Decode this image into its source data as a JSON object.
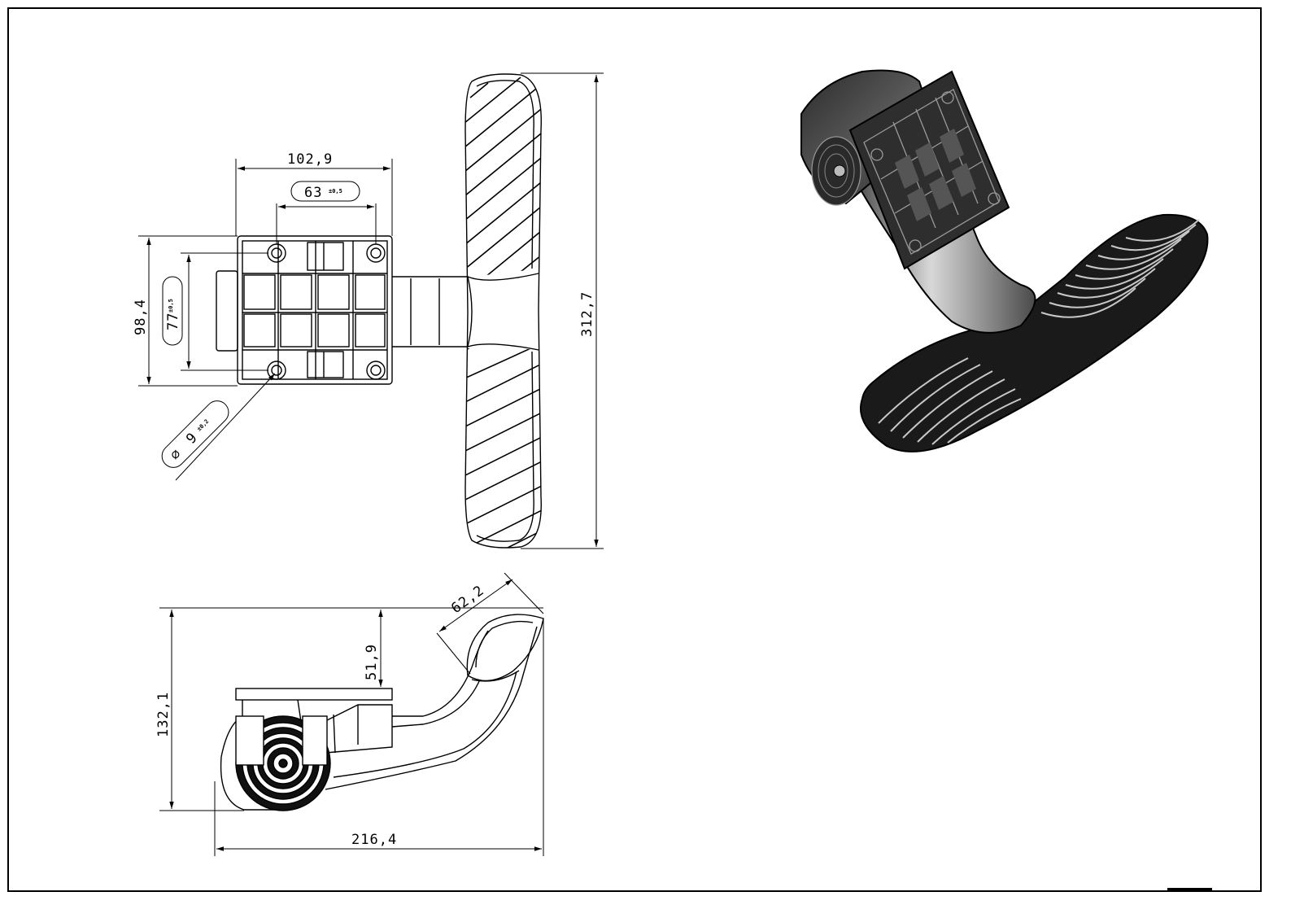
{
  "drawing": {
    "top_view": {
      "width_overall": "102,9",
      "hole_spacing_x": "63",
      "hole_spacing_x_tol": "±0,5",
      "height_overall": "98,4",
      "hole_spacing_y": "77",
      "hole_spacing_y_tol": "±0,5",
      "hole_diameter_symbol": "⌀",
      "hole_diameter": "9",
      "hole_diameter_tol": "±0,2",
      "pedal_length": "312,7"
    },
    "side_view": {
      "height_overall": "132,1",
      "plate_height": "51,9",
      "pad_width": "62,2",
      "length_overall": "216,4"
    }
  }
}
